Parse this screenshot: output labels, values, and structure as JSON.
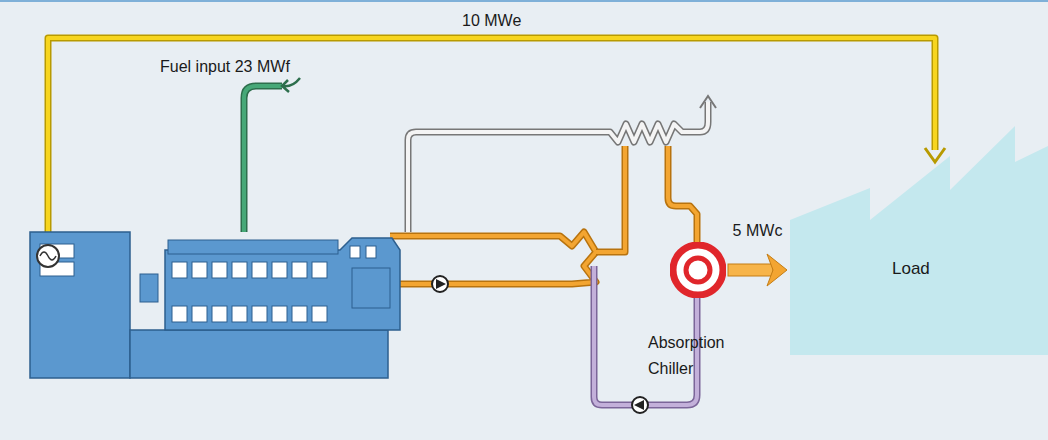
{
  "diagram": {
    "nodes": [
      {
        "text": [
          "Absorption Chiller"
        ]
      },
      {
        "text": [
          "Load"
        ]
      }
    ],
    "edges": [
      {
        "from": 0,
        "to": 1,
        "arrow": "to",
        "label": "5 MWc"
      }
    ],
    "labels": [
      "10 MWe",
      "Fuel input 23 MWf"
    ]
  }
}
